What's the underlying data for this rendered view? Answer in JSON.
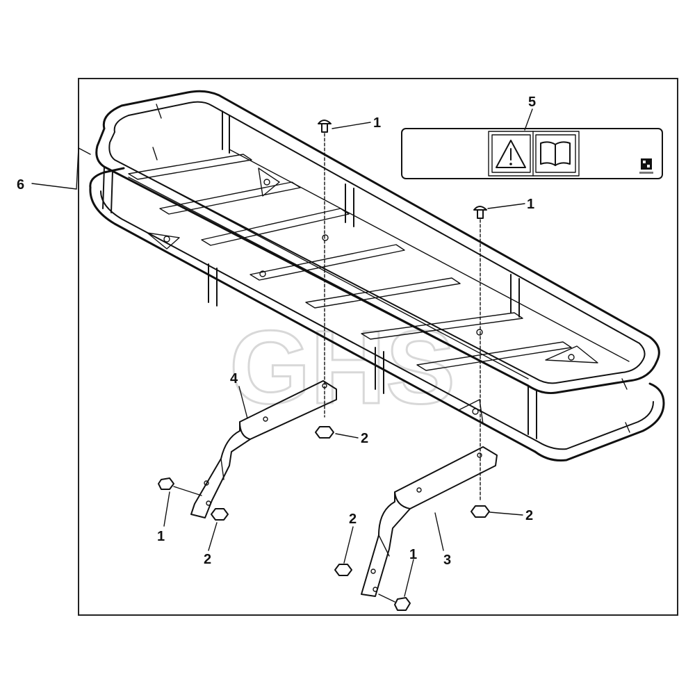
{
  "diagram": {
    "watermark": "GHS",
    "callouts": [
      {
        "id": "c1a",
        "text": "1"
      },
      {
        "id": "c1b",
        "text": "1"
      },
      {
        "id": "c1c",
        "text": "1"
      },
      {
        "id": "c1d",
        "text": "1"
      },
      {
        "id": "c2a",
        "text": "2"
      },
      {
        "id": "c2b",
        "text": "2"
      },
      {
        "id": "c2c",
        "text": "2"
      },
      {
        "id": "c2d",
        "text": "2"
      },
      {
        "id": "c3",
        "text": "3"
      },
      {
        "id": "c4",
        "text": "4"
      },
      {
        "id": "c5",
        "text": "5"
      },
      {
        "id": "c6",
        "text": "6"
      }
    ],
    "decal_icons": [
      "warning-triangle-icon",
      "manual-book-icon",
      "qr-code-icon"
    ],
    "colors": {
      "line": "#111111",
      "frame": "#222222",
      "watermark": "#d8d8d8"
    }
  }
}
